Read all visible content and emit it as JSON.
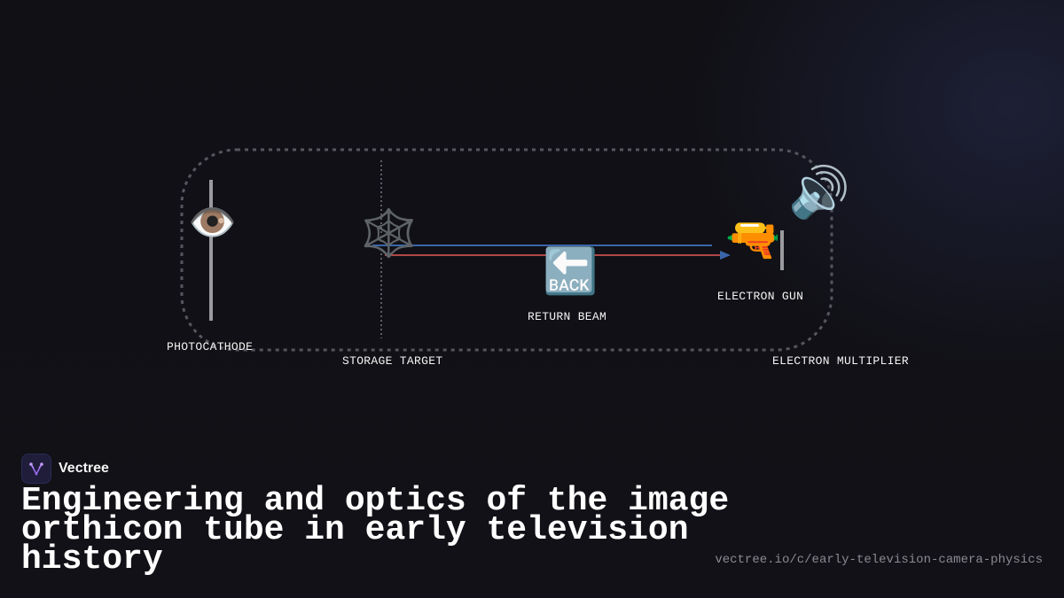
{
  "diagram": {
    "labels": {
      "photocathode": "PHOTOCATHODE",
      "storage_target": "STORAGE TARGET",
      "return_beam": "RETURN BEAM",
      "electron_gun": "ELECTRON GUN",
      "electron_multiplier": "ELECTRON MULTIPLIER"
    },
    "icons": {
      "photocathode": "👁️",
      "storage_target": "🕸️",
      "return_beam": "🔙",
      "electron_gun": "🔫",
      "electron_multiplier": "🔊"
    },
    "colors": {
      "outline": "#55555e",
      "plate": "#9a9a9f",
      "scan_beam": "#3a66a8",
      "return_beam": "#b04848"
    }
  },
  "brand": {
    "name": "Vectree",
    "accent": "#9b6cf0"
  },
  "title": "Engineering and optics of the image orthicon tube in early television history",
  "url": "vectree.io/c/early-television-camera-physics"
}
